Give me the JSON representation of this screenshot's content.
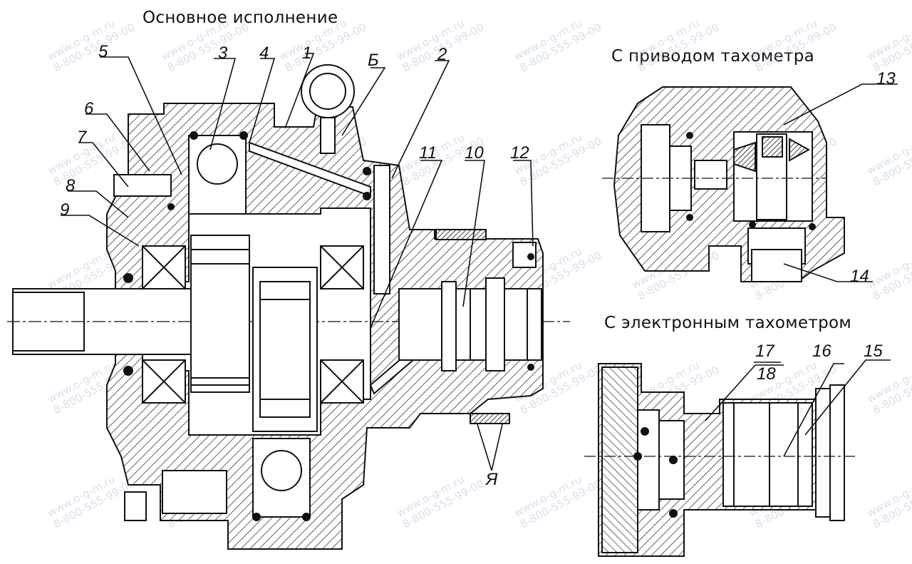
{
  "titles": {
    "main": "Основное исполнение",
    "tachometer_drive": "С приводом тахометра",
    "electronic_tachometer": "С электронным тахометром"
  },
  "watermark": {
    "url": "www.o-g-m.ru",
    "phone": "8-800-555-99-00"
  },
  "part_labels": {
    "p1": "1",
    "p2": "2",
    "p3": "3",
    "p4": "4",
    "p5": "5",
    "p6": "6",
    "p7": "7",
    "p8": "8",
    "p9": "9",
    "p10": "10",
    "p11": "11",
    "p12": "12",
    "p13": "13",
    "p14": "14",
    "p15": "15",
    "p16": "16",
    "p17": "17",
    "p18": "18",
    "pB": "Б",
    "pYa": "Я"
  },
  "colors": {
    "ink": "#111111",
    "watermark": "#b9c6dc"
  }
}
